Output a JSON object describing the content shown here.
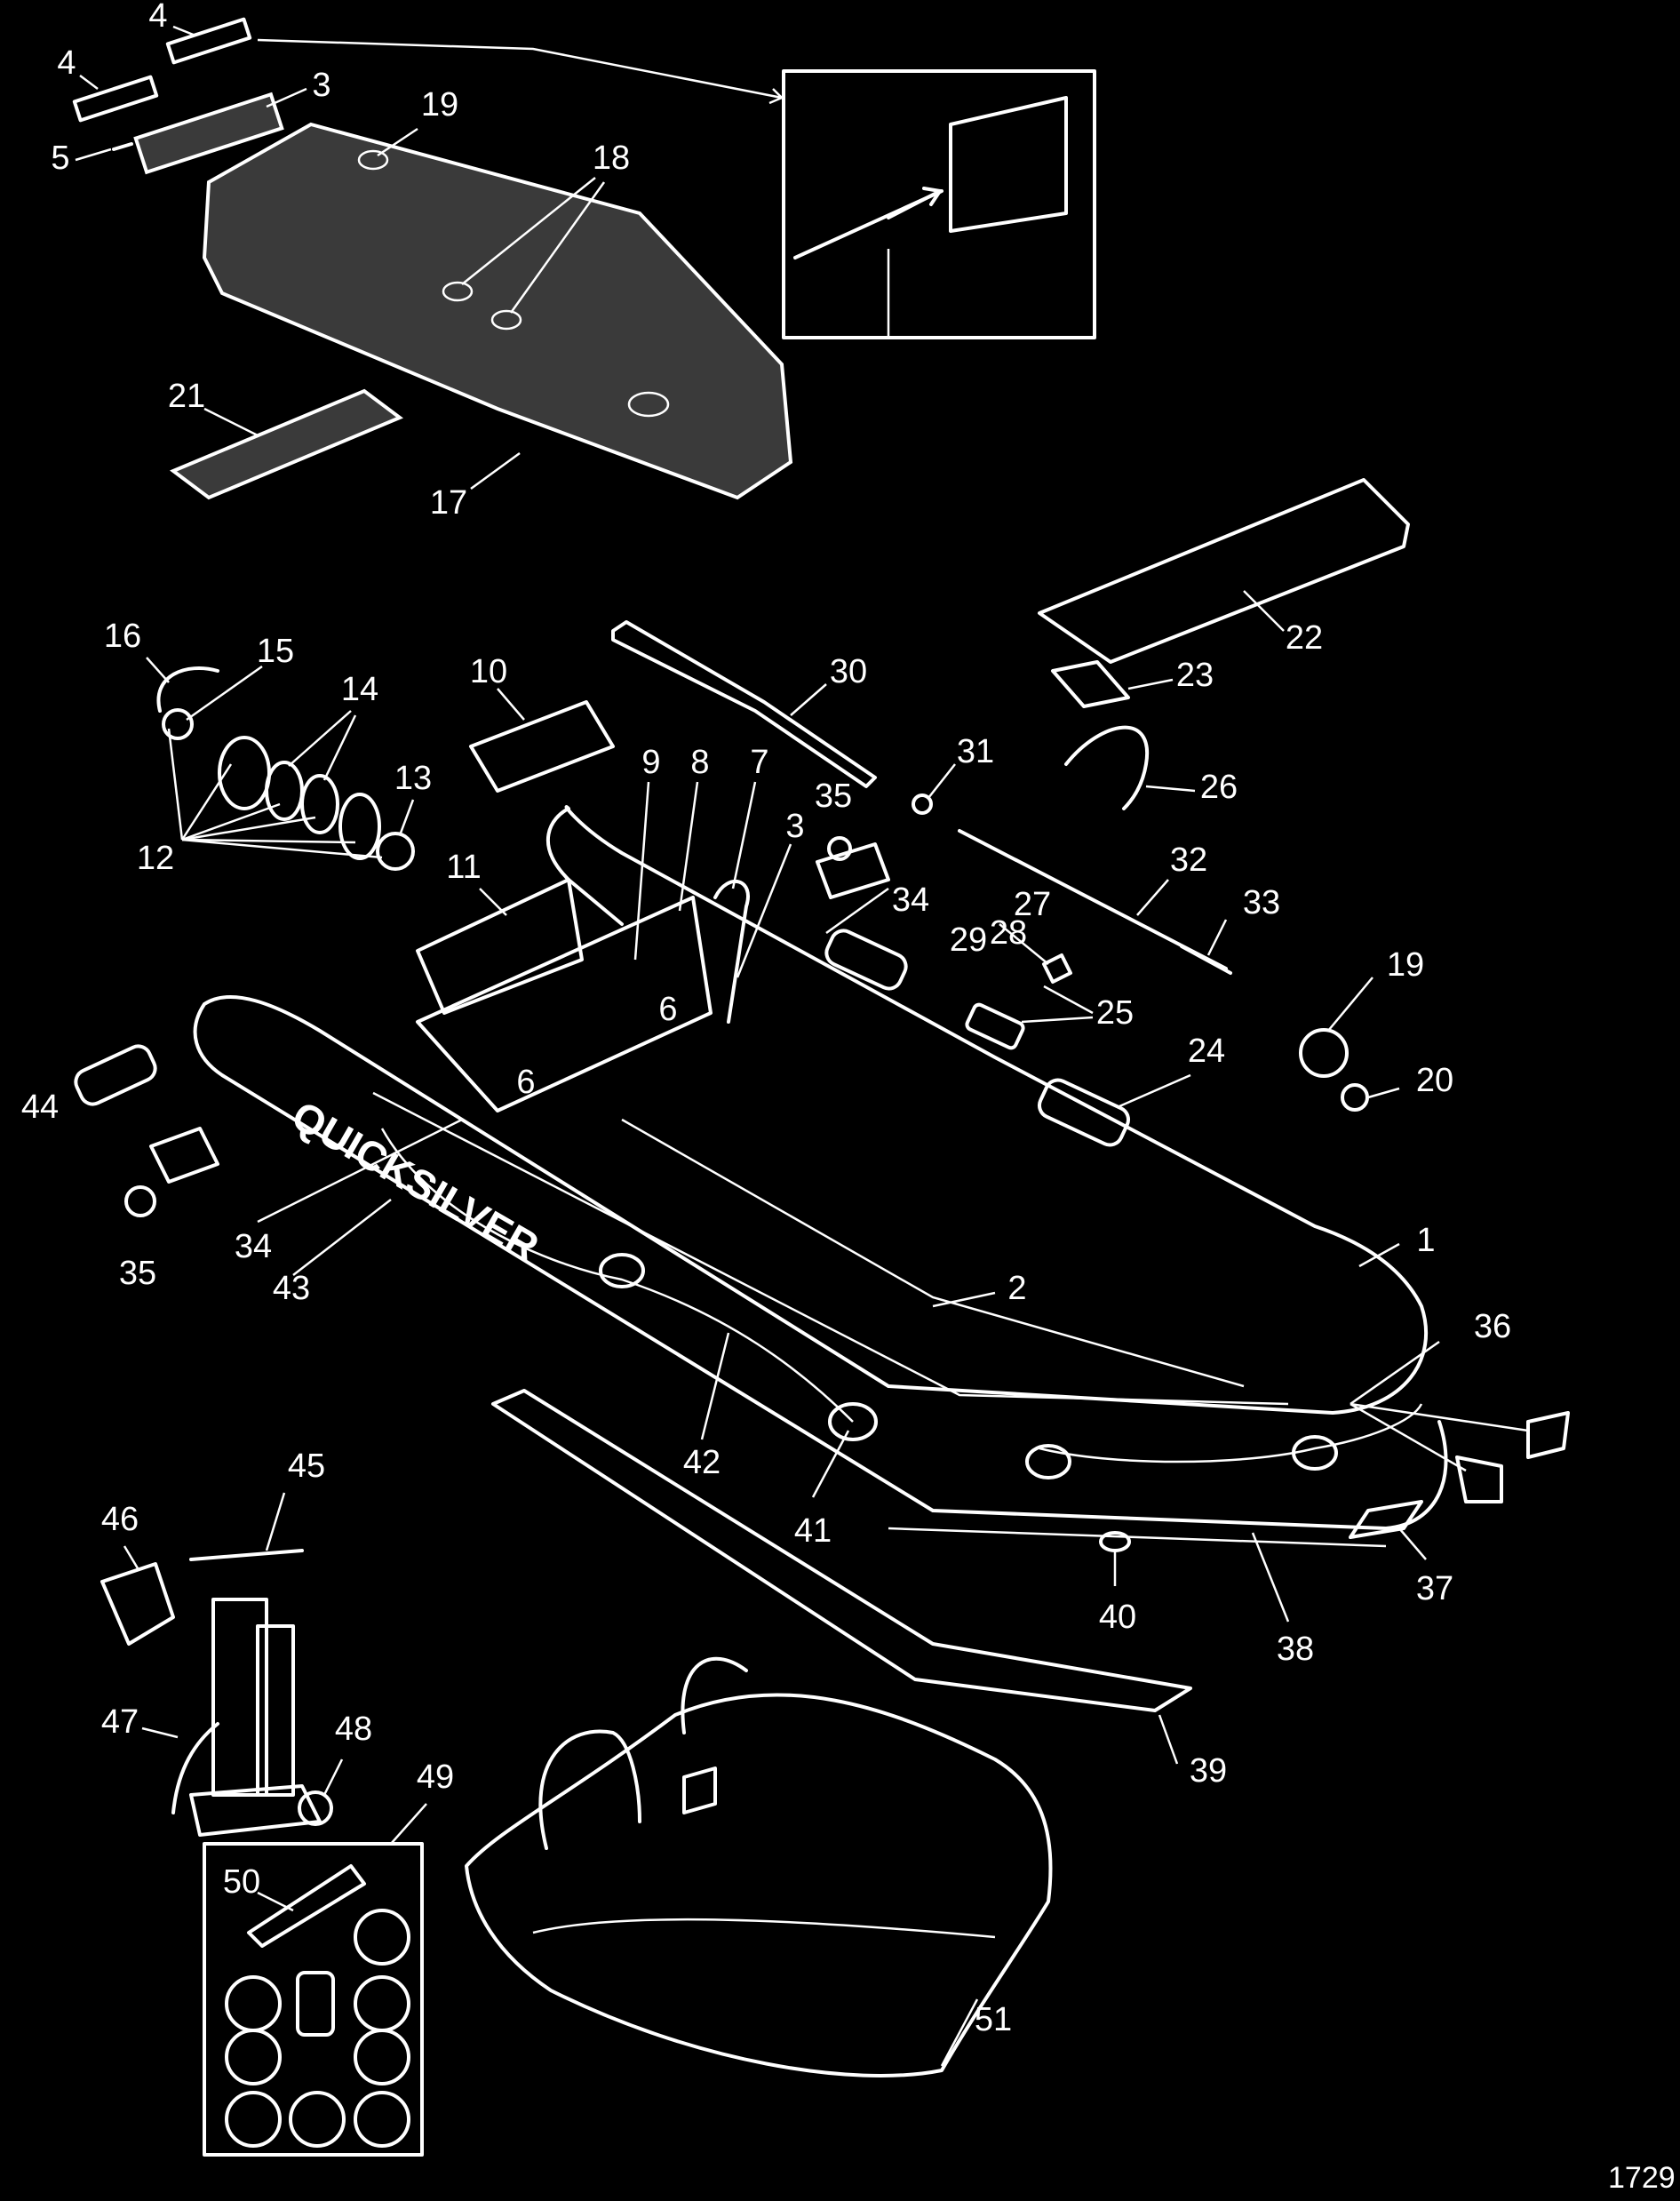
{
  "diagram": {
    "brand_text": "QUICKSILVER",
    "figure_number": "1729",
    "callouts": [
      {
        "id": "c4a",
        "text": "4"
      },
      {
        "id": "c4b",
        "text": "4"
      },
      {
        "id": "c3a",
        "text": "3"
      },
      {
        "id": "c5",
        "text": "5"
      },
      {
        "id": "c19a",
        "text": "19"
      },
      {
        "id": "c18",
        "text": "18"
      },
      {
        "id": "c21",
        "text": "21"
      },
      {
        "id": "c17",
        "text": "17"
      },
      {
        "id": "c16",
        "text": "16"
      },
      {
        "id": "c15",
        "text": "15"
      },
      {
        "id": "c14",
        "text": "14"
      },
      {
        "id": "c13",
        "text": "13"
      },
      {
        "id": "c12",
        "text": "12"
      },
      {
        "id": "c10",
        "text": "10"
      },
      {
        "id": "c11",
        "text": "11"
      },
      {
        "id": "c9",
        "text": "9"
      },
      {
        "id": "c8",
        "text": "8"
      },
      {
        "id": "c7",
        "text": "7"
      },
      {
        "id": "c3b",
        "text": "3"
      },
      {
        "id": "c35a",
        "text": "35"
      },
      {
        "id": "c34a",
        "text": "34"
      },
      {
        "id": "c6a",
        "text": "6"
      },
      {
        "id": "c6b",
        "text": "6"
      },
      {
        "id": "c30",
        "text": "30"
      },
      {
        "id": "c31",
        "text": "31"
      },
      {
        "id": "c22",
        "text": "22"
      },
      {
        "id": "c23",
        "text": "23"
      },
      {
        "id": "c26",
        "text": "26"
      },
      {
        "id": "c32",
        "text": "32"
      },
      {
        "id": "c33",
        "text": "33"
      },
      {
        "id": "c27",
        "text": "27"
      },
      {
        "id": "c28",
        "text": "28"
      },
      {
        "id": "c29",
        "text": "29"
      },
      {
        "id": "c25",
        "text": "25"
      },
      {
        "id": "c24",
        "text": "24"
      },
      {
        "id": "c19b",
        "text": "19"
      },
      {
        "id": "c20",
        "text": "20"
      },
      {
        "id": "c1",
        "text": "1"
      },
      {
        "id": "c2",
        "text": "2"
      },
      {
        "id": "c36",
        "text": "36"
      },
      {
        "id": "c44",
        "text": "44"
      },
      {
        "id": "c34b",
        "text": "34"
      },
      {
        "id": "c35b",
        "text": "35"
      },
      {
        "id": "c43",
        "text": "43"
      },
      {
        "id": "c42",
        "text": "42"
      },
      {
        "id": "c41",
        "text": "41"
      },
      {
        "id": "c40",
        "text": "40"
      },
      {
        "id": "c38",
        "text": "38"
      },
      {
        "id": "c37",
        "text": "37"
      },
      {
        "id": "c39",
        "text": "39"
      },
      {
        "id": "c45",
        "text": "45"
      },
      {
        "id": "c46",
        "text": "46"
      },
      {
        "id": "c47",
        "text": "47"
      },
      {
        "id": "c48",
        "text": "48"
      },
      {
        "id": "c49",
        "text": "49"
      },
      {
        "id": "c50",
        "text": "50"
      },
      {
        "id": "c51",
        "text": "51"
      }
    ]
  }
}
